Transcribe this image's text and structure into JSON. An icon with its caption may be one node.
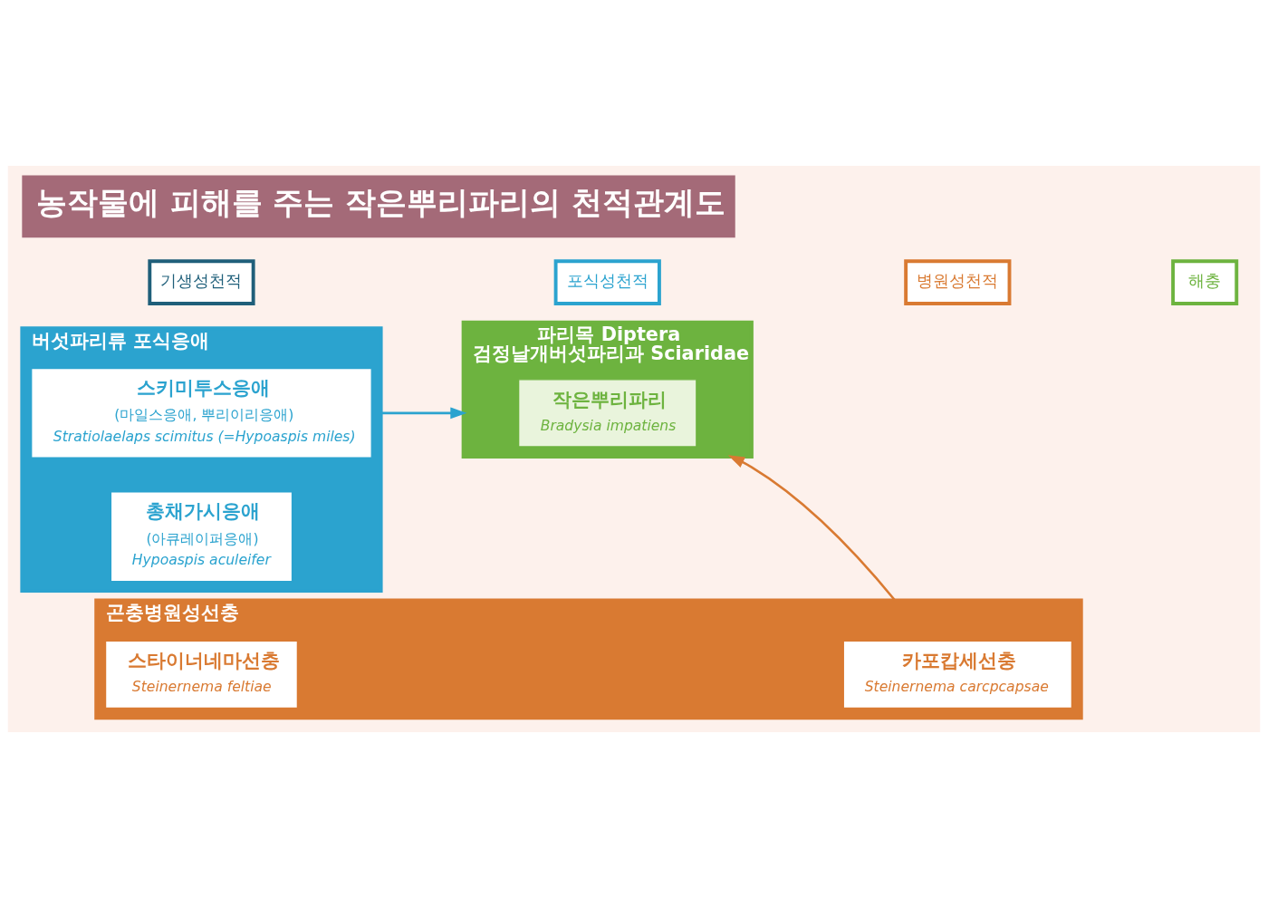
{
  "diagram": {
    "title": "농작물에 피해를 주는 작은뿌리파리의 천적관계도",
    "nodes": [
      {
        "text": [
          "버섯파리류 포식응애"
        ]
      },
      {
        "text": [
          "스키미투스응애",
          "(마일스응애, 뿌리이리응애)",
          "Stratiolaelaps scimitus (=Hypoaspis miles)"
        ],
        "in": 0
      },
      {
        "text": [
          "총채가시응애",
          "(아큐레이퍼응애)",
          "Hypoaspis aculeifer"
        ],
        "in": 0
      },
      {
        "text": [
          "파리목 Diptera",
          "검정날개버섯파리과 Sciaridae"
        ]
      },
      {
        "text": [
          "작은뿌리파리",
          "Bradysia impatiens"
        ],
        "in": 3
      },
      {
        "text": [
          "곤충병원성선충"
        ]
      },
      {
        "text": [
          "카포캅세선충",
          "Steinernema carcpcapsae"
        ],
        "in": 5
      },
      {
        "text": [
          "스타이너네마선충",
          "Steinernema feltiae"
        ],
        "in": 5
      }
    ],
    "edges": [
      {
        "from": 0,
        "to": 3,
        "arrow": "to",
        "color": "#2ba3cf"
      },
      {
        "from": 5,
        "to": 3,
        "arrow": "to",
        "color": "#d97a32"
      }
    ],
    "legend": [
      {
        "text": "기생성천적"
      },
      {
        "text": "포식성천적"
      },
      {
        "text": "병원성천적"
      },
      {
        "text": "해충"
      }
    ]
  }
}
